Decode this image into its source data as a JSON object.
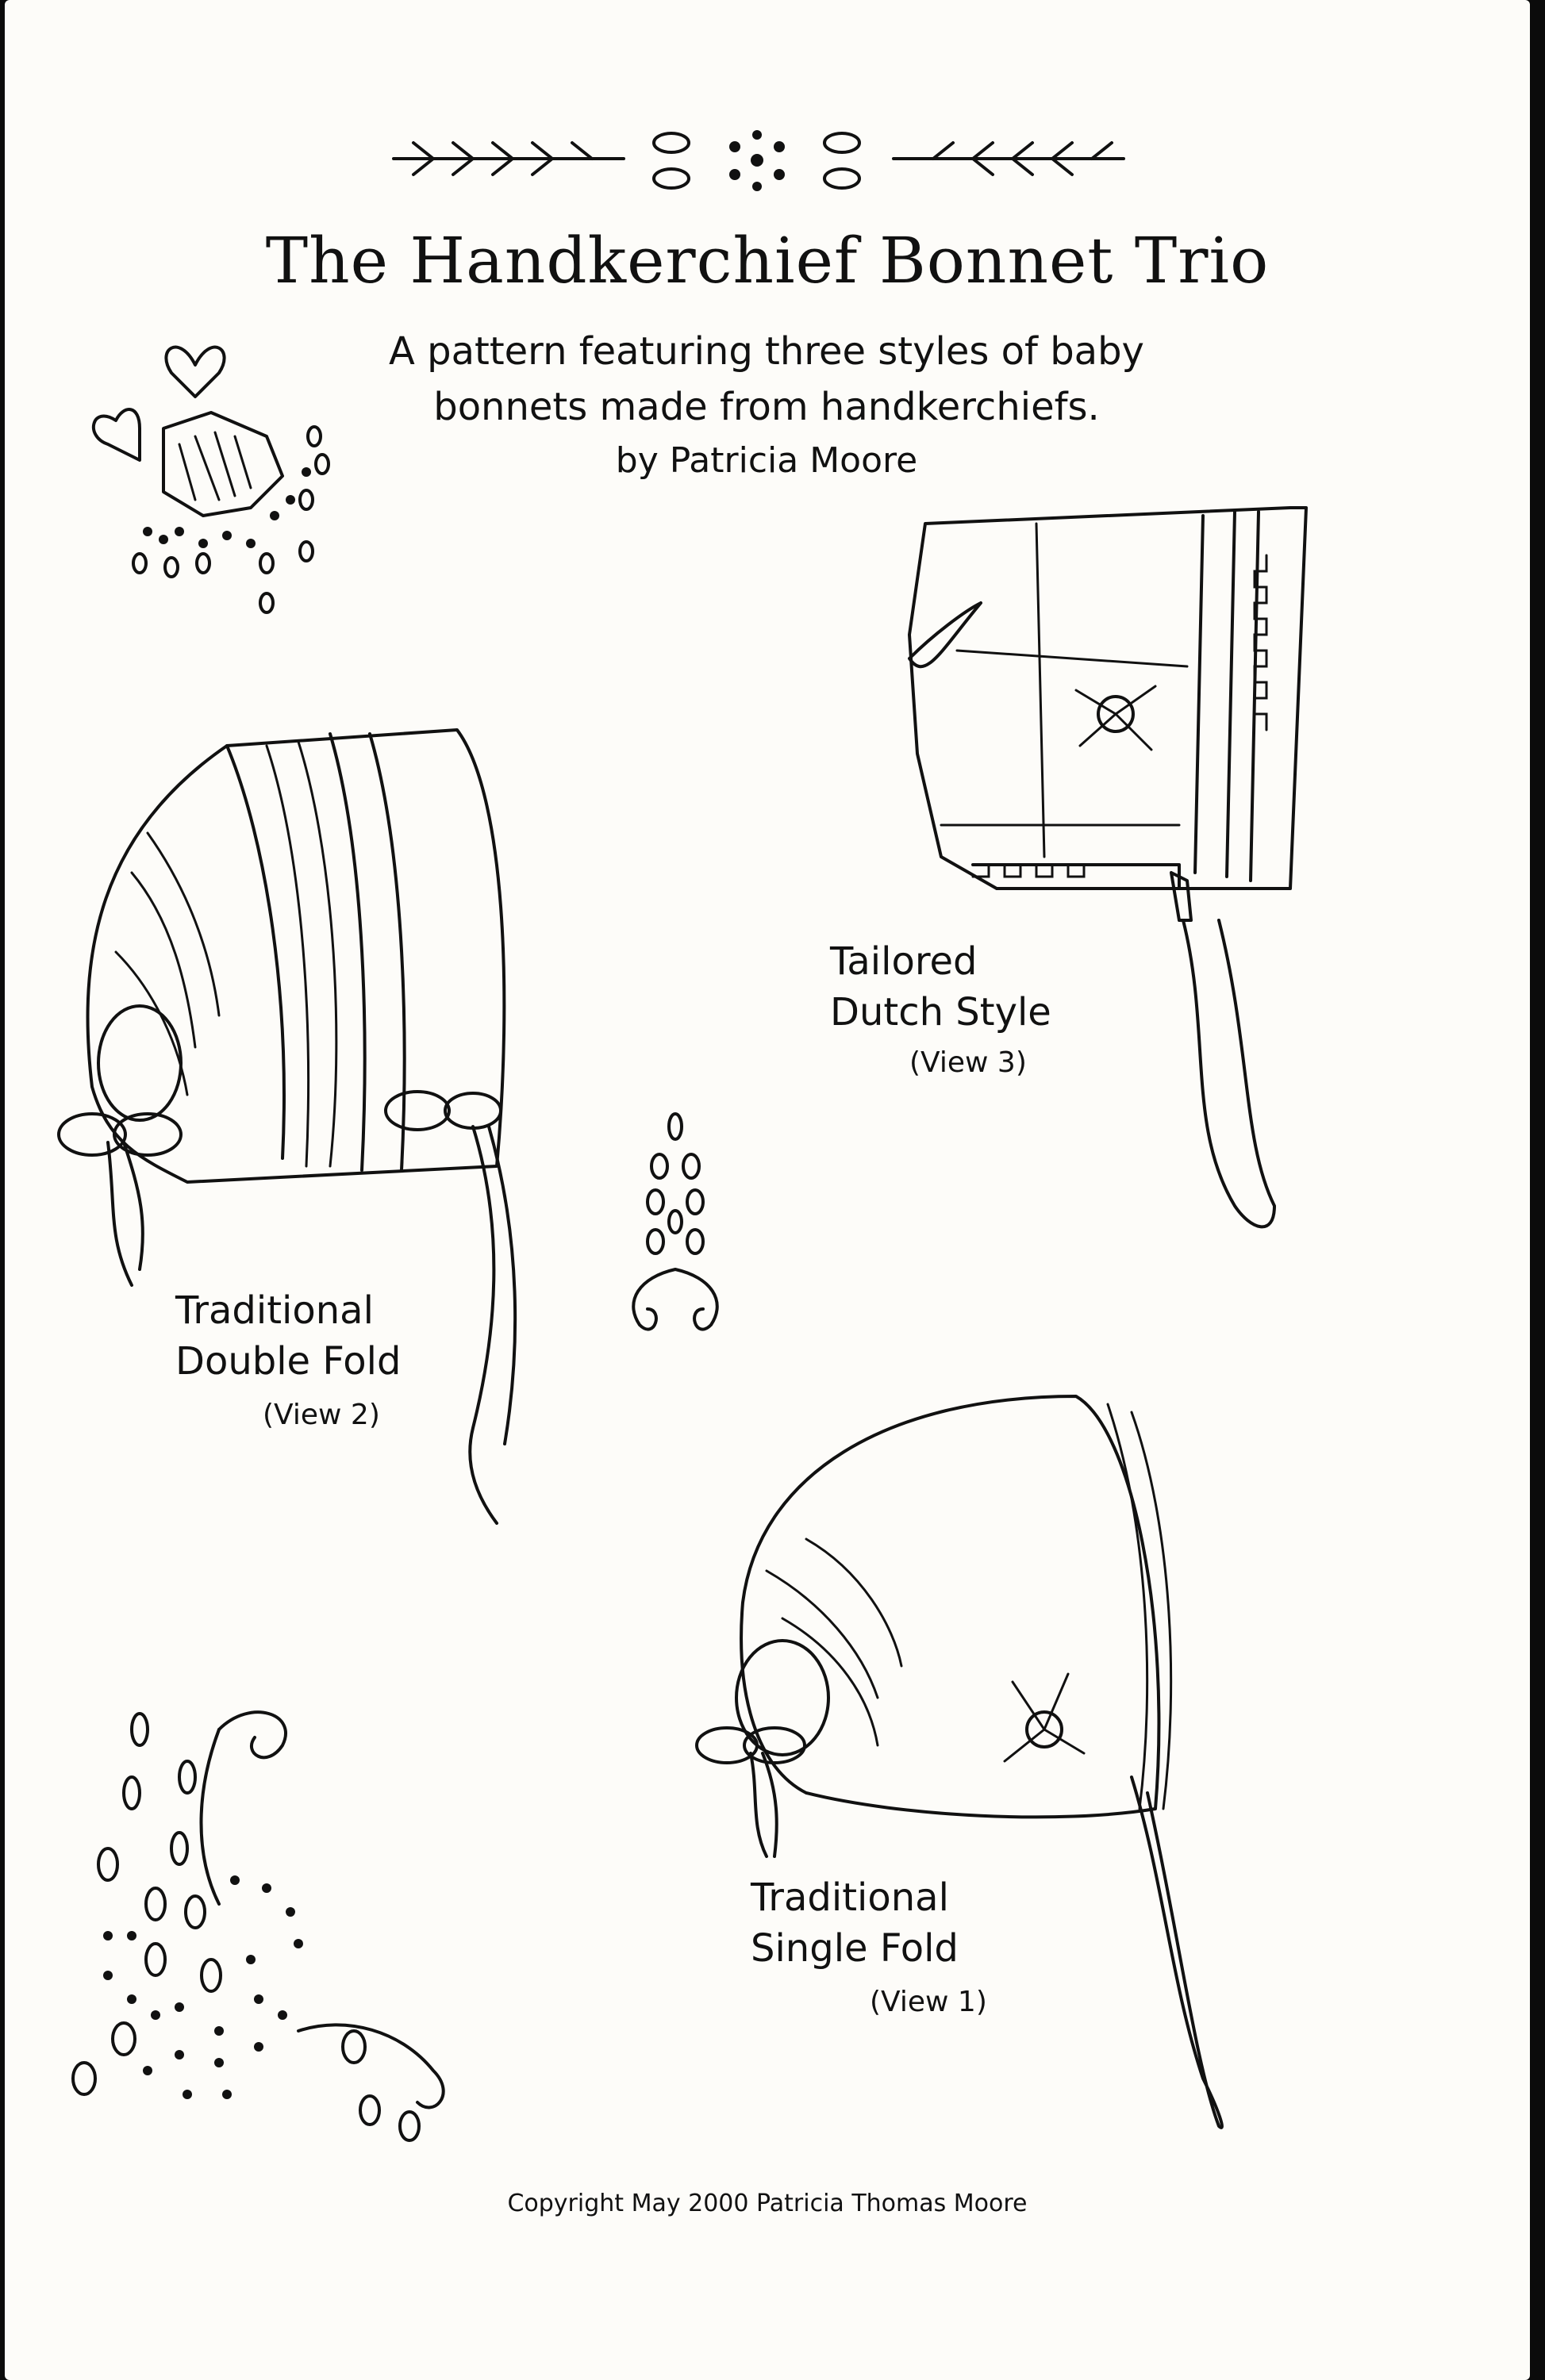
{
  "title": "The Handkerchief Bonnet Trio",
  "subtitle": {
    "line1": "A pattern featuring three styles of baby",
    "line2": "bonnets made from handkerchiefs.",
    "author": "by Patricia Moore"
  },
  "views": {
    "view3": {
      "line1": "Tailored",
      "line2": "Dutch Style",
      "caption": "(View 3)"
    },
    "view2": {
      "line1": "Traditional",
      "line2": "Double Fold",
      "caption": "(View 2)"
    },
    "view1": {
      "line1": "Traditional",
      "line2": "Single Fold",
      "caption": "(View 1)"
    }
  },
  "copyright": "Copyright May 2000  Patricia Thomas Moore"
}
